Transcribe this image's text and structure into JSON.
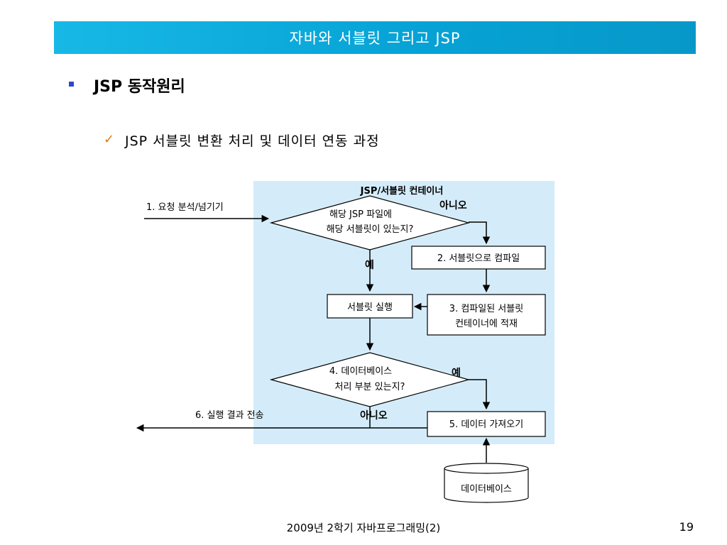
{
  "slide": {
    "title": "자바와 서블릿 그리고 JSP",
    "heading": "JSP 동작원리",
    "subheading": "JSP 서블릿 변환 처리 및 데이터 연동 과정",
    "check_mark": "✓",
    "footer": "2009년 2학기 자바프로그래밍(2)",
    "page_number": "19"
  },
  "diagram": {
    "container_label": "JSP/서블릿 컨테이너",
    "step1_label": "1. 요청 분석/넘기기",
    "decision1_line1": "해당 JSP 파일에",
    "decision1_line2": "해당 서블릿이 있는지?",
    "no_label_1": "아니오",
    "yes_label_1": "예",
    "step2_box": "2. 서블릿으로 컴파일",
    "servlet_run_box": "서블릿 실행",
    "step3_line1": "3. 컴파일된 서블릿",
    "step3_line2": "컨테이너에 적재",
    "decision2_line1": "4. 데이터베이스",
    "decision2_line2": "처리 부분 있는지?",
    "yes_label_2": "예",
    "no_label_2": "아니오",
    "step6_label": "6. 실행 결과 전송",
    "step5_box": "5. 데이터 가져오기",
    "database_label": "데이터베이스"
  },
  "colors": {
    "title_bar": "#07a3d6",
    "container_bg": "#d4ecfa",
    "bullet": "#2e49c8",
    "check": "#e07a14"
  }
}
